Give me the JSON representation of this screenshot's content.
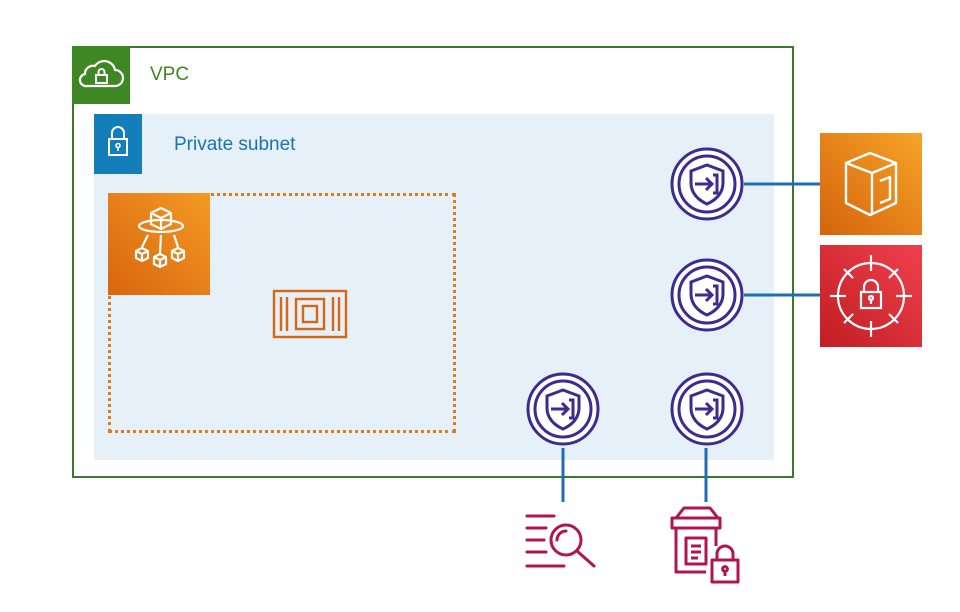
{
  "vpc": {
    "label": "VPC",
    "icon": "vpc-cloud-lock-icon",
    "color": "#3f8624"
  },
  "subnet": {
    "label": "Private subnet",
    "icon": "padlock-icon",
    "color": "#147eba"
  },
  "group": {
    "style": "dotted",
    "color": "#e07b16"
  },
  "icons": {
    "ml_service": "machine-learning-cubes-icon",
    "ec2_instance": "ec2-instance-chip-icon",
    "vpc_endpoint": "vpc-endpoint-shield-icon",
    "external_service_top": "storage-cube-icon",
    "external_service_middle": "key-management-lock-icon",
    "logs_service": "log-search-icon",
    "secrets_service": "secure-package-lock-icon"
  },
  "colors": {
    "endpoint": "#3d2b8f",
    "connector": "#1f6eb5",
    "logs": "#b0154e",
    "orange": "#e07b16",
    "red": "#d1232a"
  }
}
